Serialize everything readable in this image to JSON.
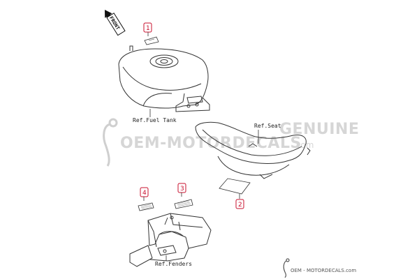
{
  "front_tag": "FRONT",
  "callouts": [
    {
      "id": "callout-1",
      "number": "1"
    },
    {
      "id": "callout-2",
      "number": "2"
    },
    {
      "id": "callout-3",
      "number": "3"
    },
    {
      "id": "callout-4",
      "number": "4"
    }
  ],
  "labels": {
    "fuel_tank": "Ref.Fuel Tank",
    "seat": "Ref.Seat",
    "fenders": "Ref.Fenders"
  },
  "watermark": {
    "main": "OEM-MOTORDECALS",
    "suffix": ".com",
    "genuine": "GENUINE",
    "footer": "OEM - MOTORDECALS.com"
  },
  "colors": {
    "callout_border": "#c8102e",
    "line": "#333333",
    "watermark": "#d6d6d6"
  }
}
